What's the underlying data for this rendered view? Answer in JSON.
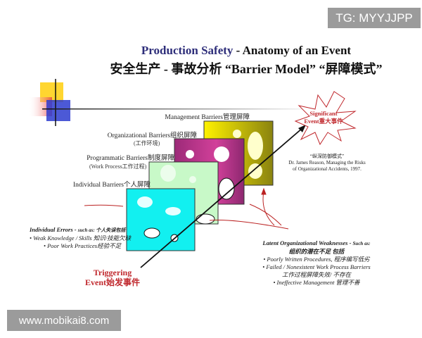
{
  "watermarks": {
    "top_right": "TG: MYYJJPP",
    "bottom_left": "www.mobikai8.com"
  },
  "title": {
    "highlight": "Production Safety",
    "rest": " - Anatomy of an Event",
    "line2": "安全生产 - 事故分析 “Barrier Model” “屏障模式”"
  },
  "barriers": {
    "management": "Management Barriers管理屏障",
    "organizational": "Organizational Barriers组织屏障",
    "organizational_sub": "(工作环境)",
    "programmatic": "Programmatic Barriers制度屏障",
    "programmatic_sub": "(Work Process工作过程)",
    "individual": "Individual Barriers个人屏障"
  },
  "colors": {
    "management": "#c9c214",
    "organizational": "#b0307e",
    "programmatic": "#c8f7c8",
    "individual": "#12f0f0",
    "accent_red": "#c0282d"
  },
  "significant_event": {
    "line1": "Significant",
    "line2": "Event重大事件"
  },
  "citation": {
    "line1": "“纵深防御模式”",
    "line2": "Dr. James Reason, Managing the Risks",
    "line3": "of Organizational Accidents, 1997."
  },
  "individual_errors": {
    "heading": "Individual Errors - ",
    "such": "such as: 个人失误包括",
    "items": [
      "• Weak Knowledge / Skills 知识/技能欠缺",
      "• Poor Work Practices经验不足"
    ]
  },
  "triggering_event": {
    "line1": "Triggering",
    "line2": "Event始发事件"
  },
  "latent": {
    "heading": "Latent Organizational Weaknesses - ",
    "such": "Such as:",
    "heading_cn": "组织的潜在不足 包括",
    "items": [
      "• Poorly Written Procedures, 程序编写低劣",
      "• Failed / Nonexistent Work Process Barriers",
      "工作过程屏障失效/ 不存在",
      "• Ineffective Management 管理不善"
    ]
  }
}
